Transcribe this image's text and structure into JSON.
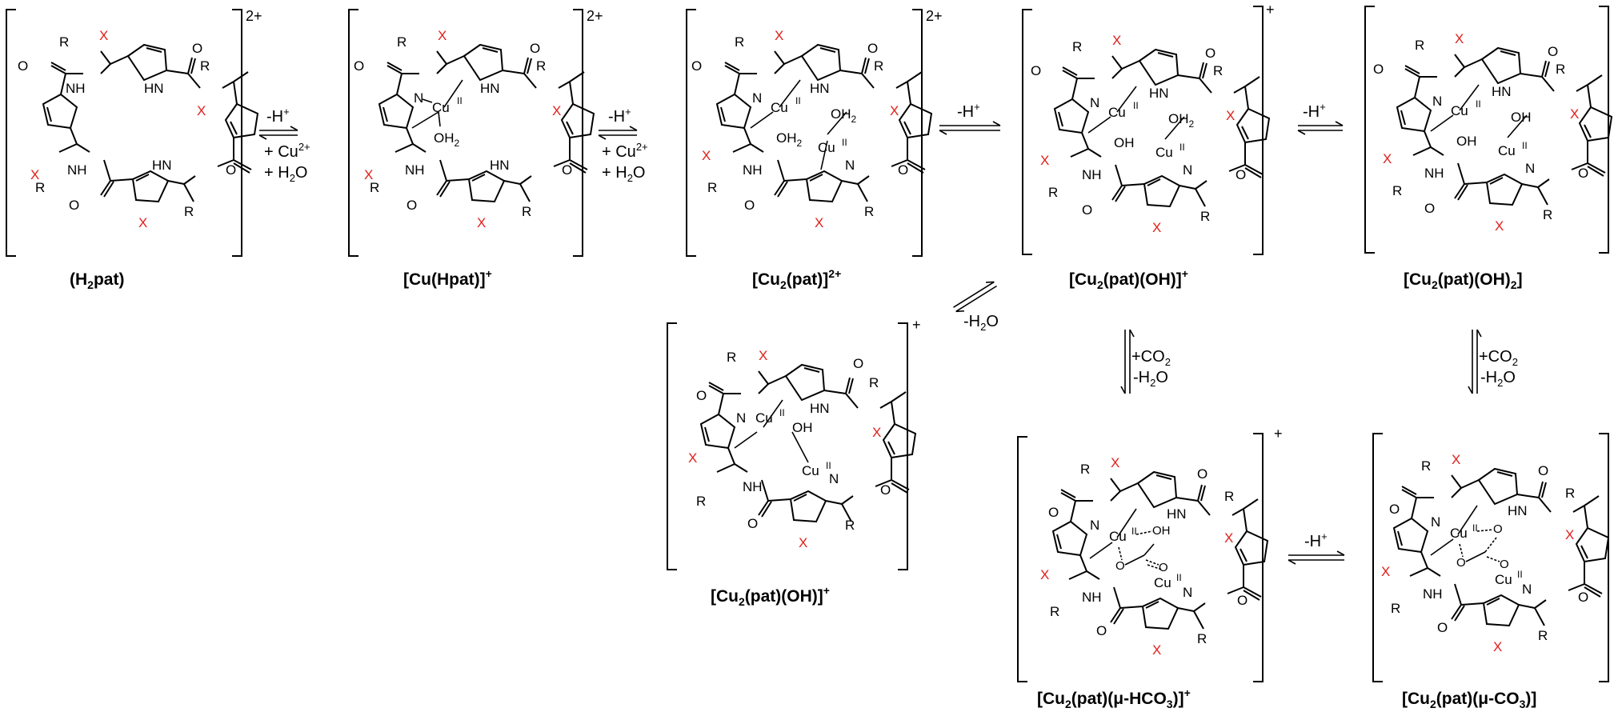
{
  "species": [
    {
      "id": "h2pat",
      "formula": "(H",
      "s1": "2",
      "formula2": "pat)",
      "s2": "",
      "formula3": "",
      "charge_label": "",
      "bracket_charge": "2+"
    },
    {
      "id": "cuhpat",
      "formula": "[Cu(Hpat)]",
      "s1": "",
      "formula2": "",
      "s2": "",
      "formula3": "",
      "charge_label": "+",
      "bracket_charge": "2+"
    },
    {
      "id": "cu2pat",
      "formula": "[Cu",
      "s1": "2",
      "formula2": "(pat)]",
      "s2": "",
      "formula3": "",
      "charge_label": "2+",
      "bracket_charge": "2+"
    },
    {
      "id": "cu2patoh",
      "formula": "[Cu",
      "s1": "2",
      "formula2": "(pat)(OH)]",
      "s2": "",
      "formula3": "",
      "charge_label": "+",
      "bracket_charge": "+"
    },
    {
      "id": "cu2patoh2",
      "formula": "[Cu",
      "s1": "2",
      "formula2": "(pat)(OH)",
      "s2": "2",
      "formula3": "]",
      "charge_label": "",
      "bracket_charge": ""
    },
    {
      "id": "cu2patoh_b",
      "formula": "[Cu",
      "s1": "2",
      "formula2": "(pat)(OH)]",
      "s2": "",
      "formula3": "",
      "charge_label": "+",
      "bracket_charge": "+"
    },
    {
      "id": "cu2pathco3",
      "formula": "[Cu",
      "s1": "2",
      "formula2": "(pat)(μ-HCO",
      "s2": "3",
      "formula3": ")]",
      "charge_label": "+",
      "bracket_charge": "+"
    },
    {
      "id": "cu2patco3",
      "formula": "[Cu",
      "s1": "2",
      "formula2": "(pat)(μ-CO",
      "s2": "3",
      "formula3": ")]",
      "charge_label": "",
      "bracket_charge": ""
    }
  ],
  "steps": {
    "s1": {
      "line1": "-H",
      "line1_sup": "+",
      "line2": "+ Cu",
      "line2_sup": "2+",
      "line3": "+ H",
      "line3_sub": "2",
      "line3_end": "O"
    },
    "s2": {
      "line1": "-H",
      "line1_sup": "+",
      "line2": "+ Cu",
      "line2_sup": "2+",
      "line3": "+ H",
      "line3_sub": "2",
      "line3_end": "O"
    },
    "s3": {
      "line1": "-H",
      "line1_sup": "+"
    },
    "s4": {
      "line1": "-H",
      "line1_sup": "+"
    },
    "s5": {
      "line1": "-H",
      "line1_sub": "2",
      "line1_end": "O"
    },
    "s6": {
      "line1": "+CO",
      "line1_sub": "2",
      "line2": "-H",
      "line2_sub": "2",
      "line2_end": "O"
    },
    "s7": {
      "line1": "+CO",
      "line1_sub": "2",
      "line2": "-H",
      "line2_sub": "2",
      "line2_end": "O"
    },
    "s8": {
      "line1": "-H",
      "line1_sup": "+"
    }
  },
  "atoms": {
    "heteroatom": "X",
    "substituent": "R",
    "nitrogen": "N",
    "oxygen": "O",
    "amide": "NH",
    "amide_rev": "HN",
    "copper": "Cu",
    "cu_ox": "II",
    "water": "OH",
    "water_sub": "2",
    "hydroxide": "OH",
    "hydroxo_lbl": "OH",
    "bicarb_oh": "OH"
  },
  "colors": {
    "heteroatom": "#e0201b",
    "ink": "#000000"
  }
}
